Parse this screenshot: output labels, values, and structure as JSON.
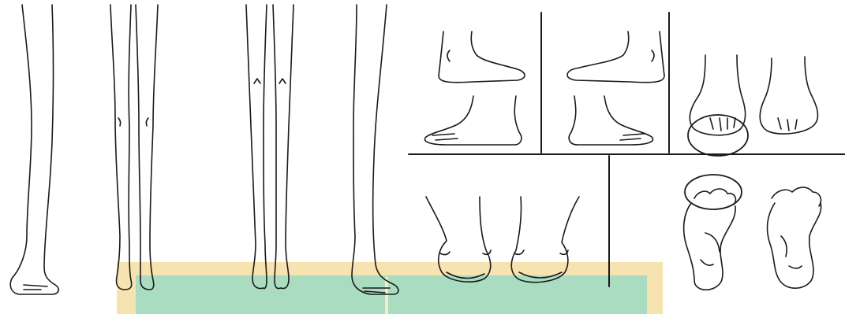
{
  "colors": {
    "background": "#ffffff",
    "line": "#1a1a1a",
    "highlight_outer": "#f6e3b0",
    "highlight_inner": "#a9dcc0",
    "highlight_edge": "#e8cf8e"
  },
  "figures": {
    "legs": [
      {
        "name": "leg-side-left",
        "view": "side"
      },
      {
        "name": "legs-front",
        "view": "front"
      },
      {
        "name": "legs-back",
        "view": "back"
      },
      {
        "name": "leg-side-right",
        "view": "side"
      }
    ],
    "feet_panels": [
      {
        "name": "feet-inner-side-left",
        "view": "side"
      },
      {
        "name": "feet-inner-side-right",
        "view": "side"
      },
      {
        "name": "feet-front-view",
        "view": "front",
        "circled": true
      },
      {
        "name": "feet-back-view",
        "view": "back"
      },
      {
        "name": "feet-sole-view",
        "view": "sole",
        "circled": true
      }
    ]
  }
}
